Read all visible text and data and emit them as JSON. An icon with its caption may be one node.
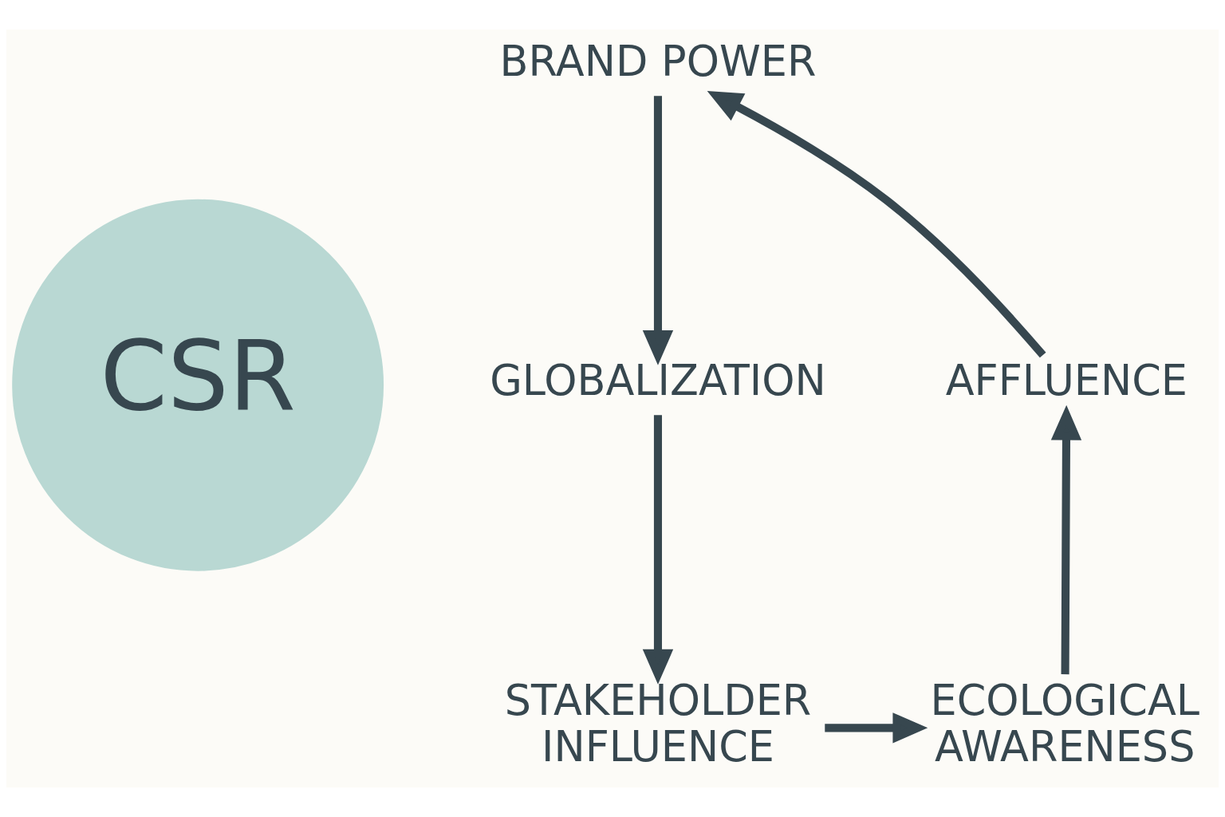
{
  "diagram": {
    "nodes": [
      {
        "text": [
          "CSR"
        ]
      },
      {
        "text": [
          "BRAND POWER"
        ]
      },
      {
        "text": [
          "GLOBALIZATION"
        ]
      },
      {
        "text": [
          "STAKEHOLDER INFLUENCE"
        ]
      },
      {
        "text": [
          "ECOLOGICAL AWARENESS"
        ]
      },
      {
        "text": [
          "AFFLUENCE"
        ]
      }
    ],
    "edges": [
      {
        "from": 5,
        "to": 1,
        "arrow": "to"
      },
      {
        "from": 1,
        "to": 2,
        "arrow": "to"
      },
      {
        "from": 2,
        "to": 3,
        "arrow": "to"
      },
      {
        "from": 3,
        "to": 4,
        "arrow": "to"
      },
      {
        "from": 4,
        "to": 5,
        "arrow": "to"
      }
    ]
  }
}
